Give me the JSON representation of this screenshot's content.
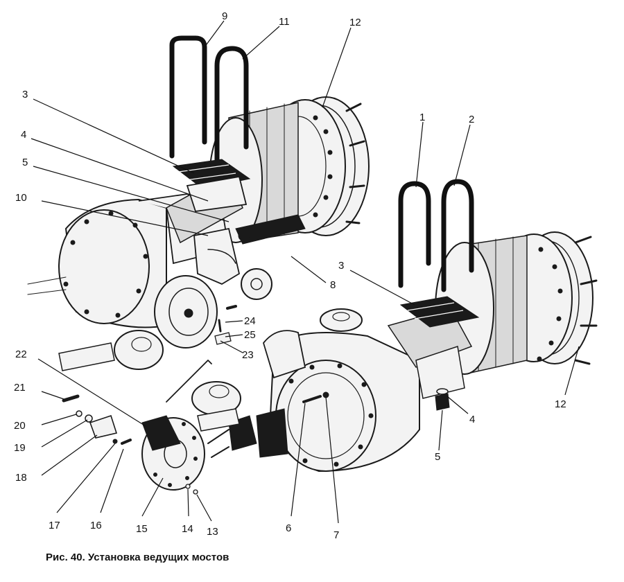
{
  "figure": {
    "caption": "Рис. 40. Установка ведущих мостов"
  },
  "callouts": [
    "9",
    "11",
    "12",
    "3",
    "4",
    "5",
    "10",
    "1",
    "2",
    "3",
    "8",
    "24",
    "25",
    "23",
    "22",
    "21",
    "20",
    "19",
    "18",
    "17",
    "16",
    "15",
    "14",
    "13",
    "6",
    "7",
    "4",
    "5",
    "12"
  ]
}
